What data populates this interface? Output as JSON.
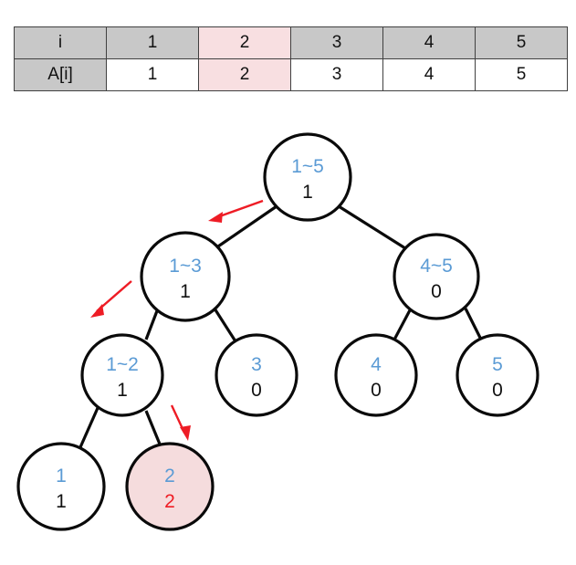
{
  "table": {
    "row_headers": [
      "i",
      "A[i]"
    ],
    "indices": [
      "1",
      "2",
      "3",
      "4",
      "5"
    ],
    "values": [
      "1",
      "2",
      "3",
      "4",
      "5"
    ],
    "highlighted_column": 2,
    "highlight_color": "#f8dfe1",
    "header_fill": "#c8c8c8"
  },
  "tree": {
    "range_color": "#5b9bd5",
    "value_color": "#111111",
    "accent_color": "#ef1c24",
    "highlight_fill": "#f5dcdd",
    "nodes": [
      {
        "id": "root",
        "range": "1~5",
        "value": "1",
        "highlighted": false
      },
      {
        "id": "n13",
        "range": "1~3",
        "value": "1",
        "highlighted": false
      },
      {
        "id": "n45",
        "range": "4~5",
        "value": "0",
        "highlighted": false
      },
      {
        "id": "n12",
        "range": "1~2",
        "value": "1",
        "highlighted": false
      },
      {
        "id": "n3",
        "range": "3",
        "value": "0",
        "highlighted": false
      },
      {
        "id": "n4",
        "range": "4",
        "value": "0",
        "highlighted": false
      },
      {
        "id": "n5",
        "range": "5",
        "value": "0",
        "highlighted": false
      },
      {
        "id": "leaf1",
        "range": "1",
        "value": "1",
        "highlighted": false
      },
      {
        "id": "leaf2",
        "range": "2",
        "value": "2",
        "highlighted": true
      }
    ]
  },
  "annotations": {
    "arrows": [
      {
        "name": "arrow-to-1-3",
        "color": "#ee1c25"
      },
      {
        "name": "arrow-to-1-2",
        "color": "#ee1c25"
      },
      {
        "name": "arrow-to-leaf-2",
        "color": "#ee1c25"
      }
    ]
  }
}
